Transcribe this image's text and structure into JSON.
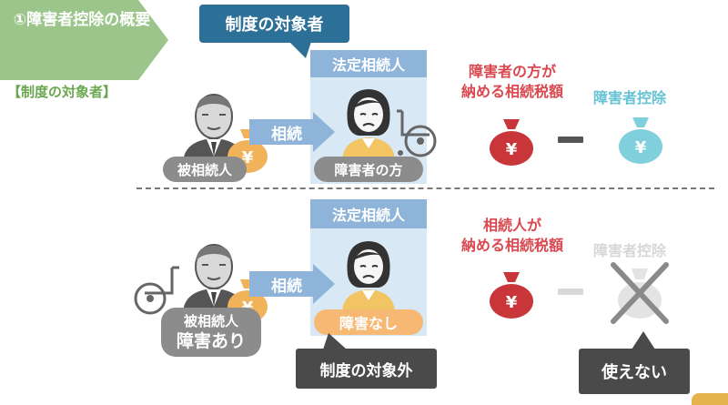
{
  "header": {
    "section_title": "①障害者控除の概要",
    "subtitle": "【制度の対象者】"
  },
  "top": {
    "callout": "制度の対象者",
    "column_header": "法定相続人",
    "decedent_label": "被相続人",
    "arrow_label": "相続",
    "heir_label": "障害者の方",
    "tax_title_line1": "障害者の方が",
    "tax_title_line2": "納める相続税額",
    "deduction_title": "障害者控除",
    "yen_symbol": "¥"
  },
  "bottom": {
    "column_header": "法定相続人",
    "decedent_label_line1": "被相続人",
    "decedent_label_line2": "障害あり",
    "arrow_label": "相続",
    "heir_label": "障害なし",
    "tax_title_line1": "相続人が",
    "tax_title_line2": "納める相続税額",
    "deduction_title": "障害者控除",
    "callout_not_covered": "制度の対象外",
    "callout_unusable": "使えない",
    "yen_symbol": "¥"
  },
  "colors": {
    "section_green": "#9bc58a",
    "subtitle_green": "#6aa84f",
    "callout_blue": "#2c6f97",
    "column_bg": "#d8e8f5",
    "column_header": "#8fb4d9",
    "arrow_blue": "#8fb4d9",
    "coin_gold": "#f1b35a",
    "tax_red": "#c8363a",
    "deduction_teal": "#7fcfdc",
    "disabled_grey": "#d9d9d9",
    "pill_grey": "#8c8c8c",
    "pill_orange": "#f6b873",
    "dark_callout": "#4a4a4a"
  }
}
